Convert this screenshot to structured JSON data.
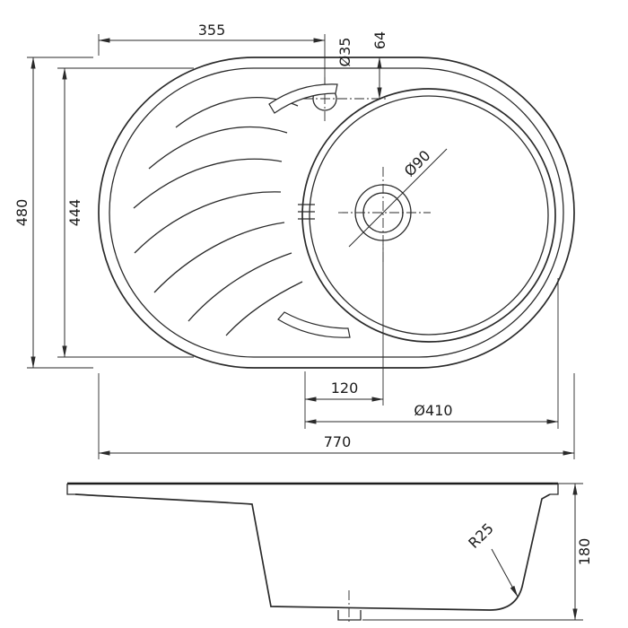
{
  "drawing": {
    "type": "technical-drawing",
    "subject": "oval kitchen sink with drainboard, top view and section view",
    "colors": {
      "line": "#2a2a2a",
      "background": "#ffffff"
    },
    "labels": {
      "dim_355": "355",
      "dim_d35": "Ø35",
      "dim_64": "64",
      "dim_480": "480",
      "dim_444": "444",
      "dim_120": "120",
      "dim_d410": "Ø410",
      "dim_770": "770",
      "dim_d90": "Ø90",
      "dim_180": "180",
      "dim_r25": "R25"
    }
  }
}
